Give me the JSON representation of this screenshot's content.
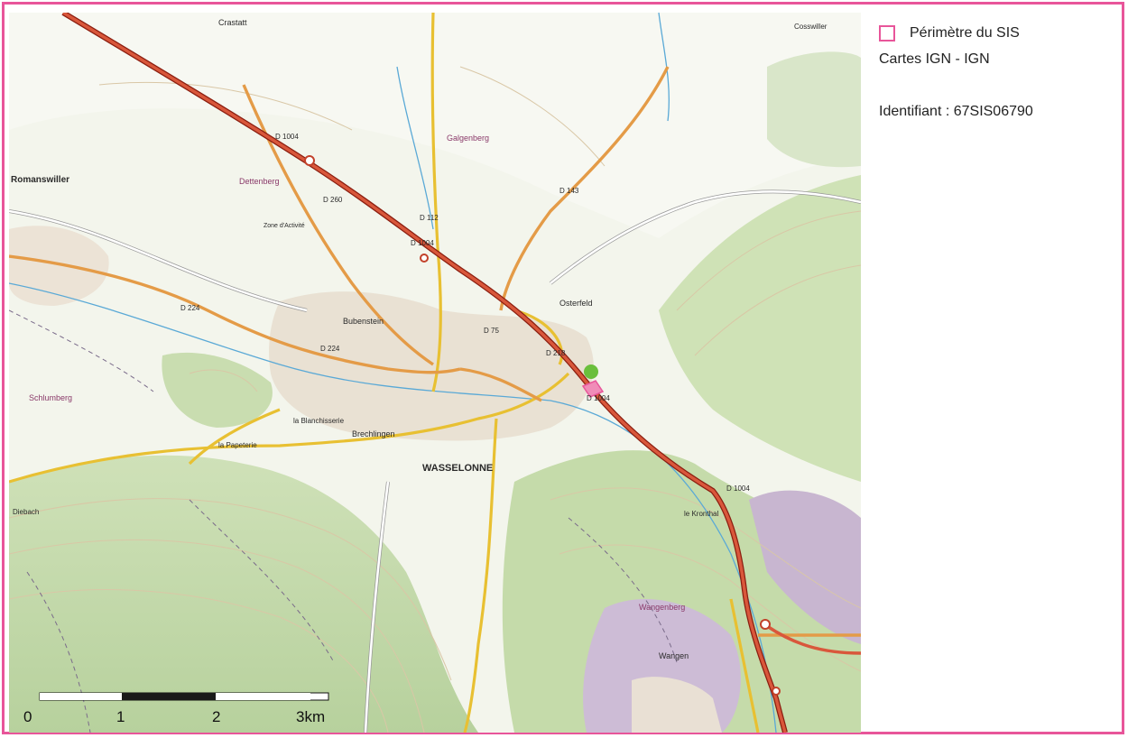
{
  "legend": {
    "perimeter_label": "Périmètre du SIS",
    "source_label": "Cartes IGN - IGN",
    "identifier_label": "Identifiant : 67SIS06790",
    "perimeter_color": "#e8559a"
  },
  "map": {
    "places": {
      "romanswiller": "Romanswiller",
      "wasselonne": "WASSELONNE",
      "brechlingen": "Brechlingen",
      "bubenstein": "Bubenstein",
      "osterfeld": "Osterfeld",
      "wangenberg": "Wangenberg",
      "wangen": "Wangen",
      "dettenberg": "Dettenberg",
      "schlumberg": "Schlumberg",
      "galgenberg": "Galgenberg",
      "crastatt": "Crastatt",
      "cosswiller": "Cosswiller",
      "la_blanchisserie": "la Blanchisserie",
      "la_papeterie": "la Papeterie",
      "le_kronthal": "le Kronthal",
      "zone_activite": "Zone d'Activité",
      "dinsheim": "Diebach"
    },
    "roads": {
      "d1004_a": "D 1004",
      "d1004_b": "D 1004",
      "d1004_c": "D 1004",
      "d224": "D 224",
      "d75": "D 75",
      "d112": "D 112",
      "d260": "D 260",
      "d143": "D 143",
      "d218": "D 218",
      "d224b": "D 224",
      "d1004_d": "D 1004"
    },
    "scale": {
      "labels": [
        "0",
        "1",
        "2",
        "3km"
      ]
    },
    "site_marker_color": "#6abf3c"
  }
}
